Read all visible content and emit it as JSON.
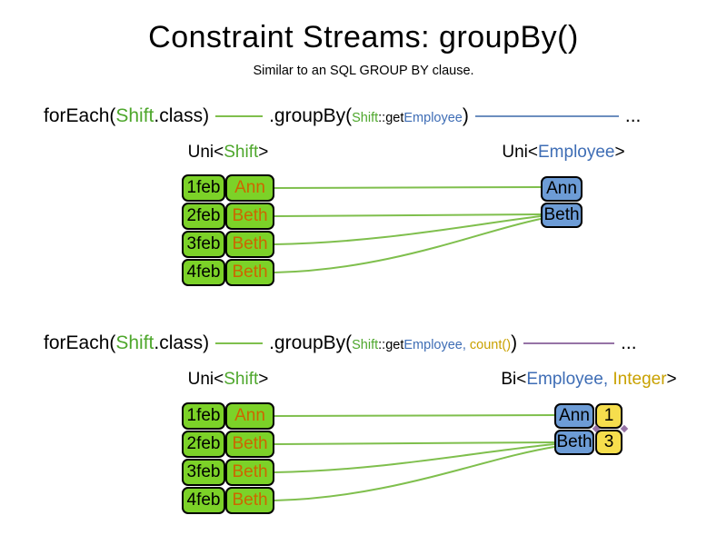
{
  "slide": {
    "title": "Constraint Streams: groupBy()",
    "subtitle": "Similar to an SQL GROUP BY clause."
  },
  "colors": {
    "shift_green_text": "#4EA72C",
    "employee_blue_text": "#3E6DB5",
    "integer_gold_text": "#C9A100",
    "name_orange_text": "#CC6600",
    "shift_box_fill": "#7CD228",
    "employee_box_fill": "#6D9CD6",
    "count_box_fill": "#F6DE4D",
    "green_connector": "#7FBF4D",
    "blue_connector": "#6C8EBF",
    "purple_connector": "#9673A6"
  },
  "code_line_1": {
    "foreach_open": "forEach(",
    "foreach_class": "Shift",
    "foreach_close": ".class)",
    "groupby_open": ".groupBy(",
    "arg_class": "Shift",
    "arg_getter": "::get",
    "arg_prop": "Employee",
    "groupby_close": ")",
    "ellipsis": "..."
  },
  "code_line_2": {
    "foreach_open": "forEach(",
    "foreach_class": "Shift",
    "foreach_close": ".class)",
    "groupby_open": ".groupBy(",
    "arg_class": "Shift",
    "arg_getter": "::get",
    "arg_prop": "Employee",
    "arg_separator": ", ",
    "arg_count": "count()",
    "groupby_close": ")",
    "ellipsis": "..."
  },
  "diagram1": {
    "source_label": {
      "prefix": "Uni<",
      "type": "Shift",
      "suffix": ">"
    },
    "target_label": {
      "prefix": "Uni<",
      "type": "Employee",
      "suffix": ">"
    },
    "rows": [
      {
        "date": "1feb",
        "name": "Ann"
      },
      {
        "date": "2feb",
        "name": "Beth"
      },
      {
        "date": "3feb",
        "name": "Beth"
      },
      {
        "date": "4feb",
        "name": "Beth"
      }
    ],
    "groups": [
      {
        "name": "Ann"
      },
      {
        "name": "Beth"
      }
    ]
  },
  "diagram2": {
    "source_label": {
      "prefix": "Uni<",
      "type": "Shift",
      "suffix": ">"
    },
    "target_label": {
      "prefix": "Bi<",
      "type1": "Employee",
      "separator": ", ",
      "type2": "Integer",
      "suffix": ">"
    },
    "rows": [
      {
        "date": "1feb",
        "name": "Ann"
      },
      {
        "date": "2feb",
        "name": "Beth"
      },
      {
        "date": "3feb",
        "name": "Beth"
      },
      {
        "date": "4feb",
        "name": "Beth"
      }
    ],
    "groups": [
      {
        "name": "Ann",
        "count": "1"
      },
      {
        "name": "Beth",
        "count": "3"
      }
    ]
  }
}
